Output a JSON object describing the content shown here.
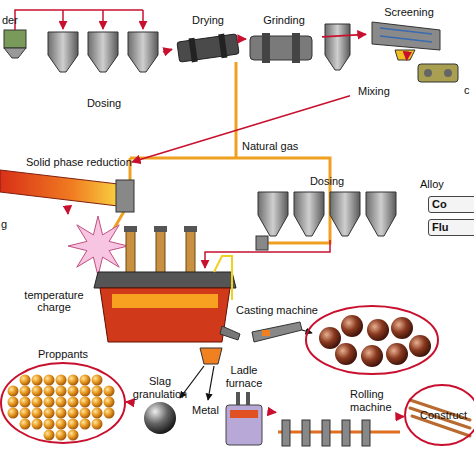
{
  "diagram": {
    "nodes": [
      {
        "text": [
          "Dosing"
        ]
      },
      {
        "text": [
          "Drying"
        ]
      },
      {
        "text": [
          "Grinding"
        ]
      },
      {
        "text": [
          "Screening"
        ]
      },
      {
        "text": [
          "Mixing"
        ]
      },
      {
        "text": [
          "Solid phase reduction"
        ]
      },
      {
        "text": [
          "Dosing"
        ]
      },
      {
        "text": [
          "Co"
        ]
      },
      {
        "text": [
          "Flu"
        ]
      },
      {
        "text": [
          "temperature charge"
        ]
      },
      {
        "text": [
          "Casting machine"
        ]
      },
      {
        "text": [
          "Proppants"
        ]
      },
      {
        "text": [
          "Slag granulation"
        ]
      },
      {
        "text": [
          "Ladle furnace"
        ]
      },
      {
        "text": [
          "Rolling machine"
        ]
      },
      {
        "text": [
          "Construct"
        ]
      }
    ],
    "edges": [
      {
        "from": 0,
        "to": 1,
        "arrow": "to"
      },
      {
        "from": 1,
        "to": 2,
        "arrow": "to"
      },
      {
        "from": 2,
        "to": 3,
        "arrow": "to"
      },
      {
        "from": 3,
        "to": 4,
        "arrow": "to"
      },
      {
        "from": 4,
        "to": 5,
        "arrow": "to"
      },
      {
        "from": 5,
        "to": 9,
        "arrow": "to"
      },
      {
        "from": 12,
        "to": 11,
        "arrow": "to"
      },
      {
        "from": 13,
        "to": 14,
        "arrow": "to"
      },
      {
        "from": 14,
        "to": 15,
        "arrow": "to"
      }
    ],
    "labels": [
      "der",
      "Natural gas",
      "g",
      "Alloy",
      "c",
      "Metal"
    ]
  }
}
